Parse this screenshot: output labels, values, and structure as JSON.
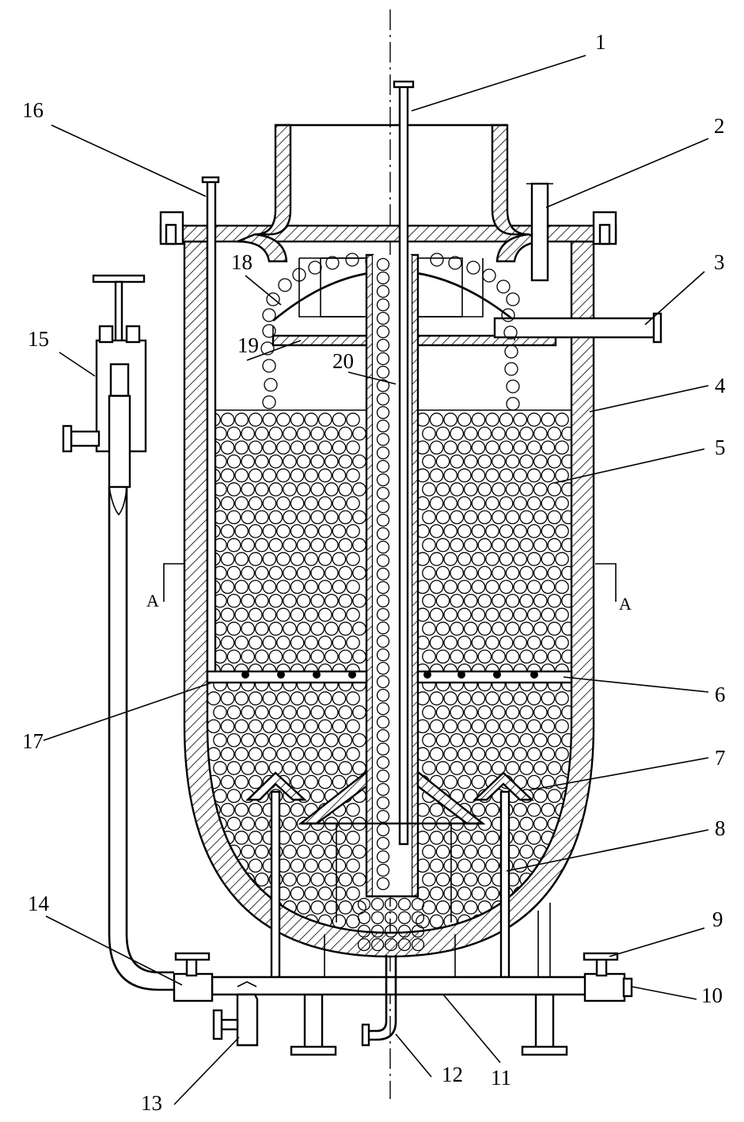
{
  "callouts": [
    {
      "id": "c1",
      "text": "1"
    },
    {
      "id": "c2",
      "text": "2"
    },
    {
      "id": "c3",
      "text": "3"
    },
    {
      "id": "c4",
      "text": "4"
    },
    {
      "id": "c5",
      "text": "5"
    },
    {
      "id": "c6",
      "text": "6"
    },
    {
      "id": "c7",
      "text": "7"
    },
    {
      "id": "c8",
      "text": "8"
    },
    {
      "id": "c9",
      "text": "9"
    },
    {
      "id": "c10",
      "text": "10"
    },
    {
      "id": "c11",
      "text": "11"
    },
    {
      "id": "c12",
      "text": "12"
    },
    {
      "id": "c13",
      "text": "13"
    },
    {
      "id": "c14",
      "text": "14"
    },
    {
      "id": "c15",
      "text": "15"
    },
    {
      "id": "c16",
      "text": "16"
    },
    {
      "id": "c17",
      "text": "17"
    },
    {
      "id": "c18",
      "text": "18"
    },
    {
      "id": "c19",
      "text": "19"
    },
    {
      "id": "c20",
      "text": "20"
    }
  ],
  "section_marks": {
    "left": "A",
    "right": "A"
  }
}
